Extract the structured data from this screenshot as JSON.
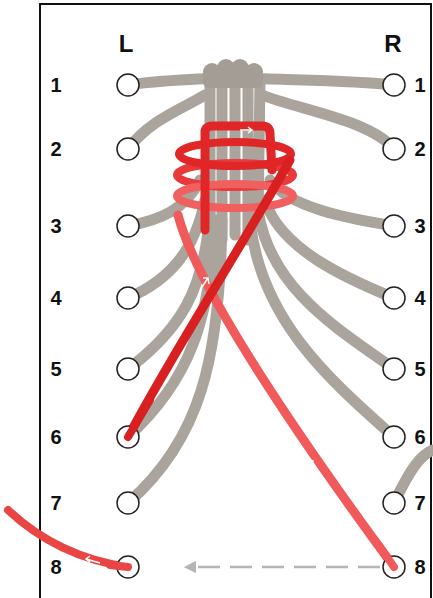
{
  "diagram": {
    "labels": [
      "L",
      "R",
      "1",
      "1",
      "2",
      "2",
      "3",
      "3",
      "4",
      "4",
      "5",
      "5",
      "6",
      "6",
      "7",
      "7",
      "8",
      "8"
    ]
  }
}
